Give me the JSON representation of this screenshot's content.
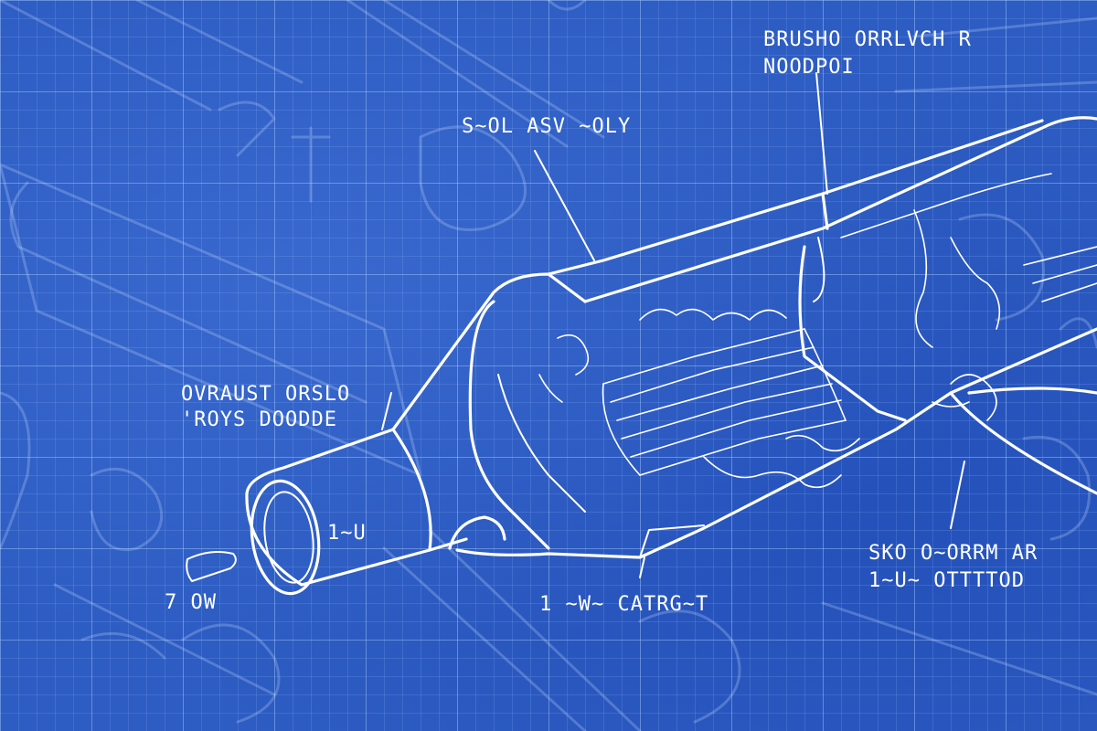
{
  "diagram": {
    "style": "blueprint",
    "colors": {
      "background": "#2d5cc2",
      "ink": "#ffffff",
      "grid": "#9fc3ff"
    },
    "labels": {
      "top_right_1": "BRUSHO ORRLVCH R",
      "top_right_2": "NOODPOI",
      "top_middle": "S~OL ASV ~OLY",
      "left_1": "OVRAUST ORSLO",
      "left_2": "'ROYS DOODDE",
      "inlet_tag": "1~U",
      "far_left": "7 OW",
      "bottom_center": "1 ~W~ CATRG~T",
      "bottom_right_1": "SKO O~ORRM AR",
      "bottom_right_2": "1~U~ OTTTTOD"
    }
  }
}
